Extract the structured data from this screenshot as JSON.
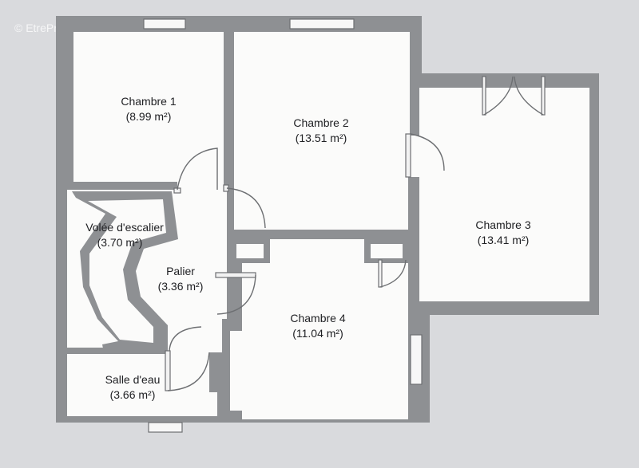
{
  "watermark": "© EtreProprio.com",
  "rooms": [
    {
      "name": "Chambre 1",
      "area": "(8.99 m²)"
    },
    {
      "name": "Chambre 2",
      "area": "(13.51 m²)"
    },
    {
      "name": "Chambre 3",
      "area": "(13.41 m²)"
    },
    {
      "name": "Volée d'escalier",
      "area": "(3.70 m²)"
    },
    {
      "name": "Palier",
      "area": "(3.36 m²)"
    },
    {
      "name": "Chambre 4",
      "area": "(11.04 m²)"
    },
    {
      "name": "Salle d'eau",
      "area": "(3.66 m²)"
    }
  ]
}
